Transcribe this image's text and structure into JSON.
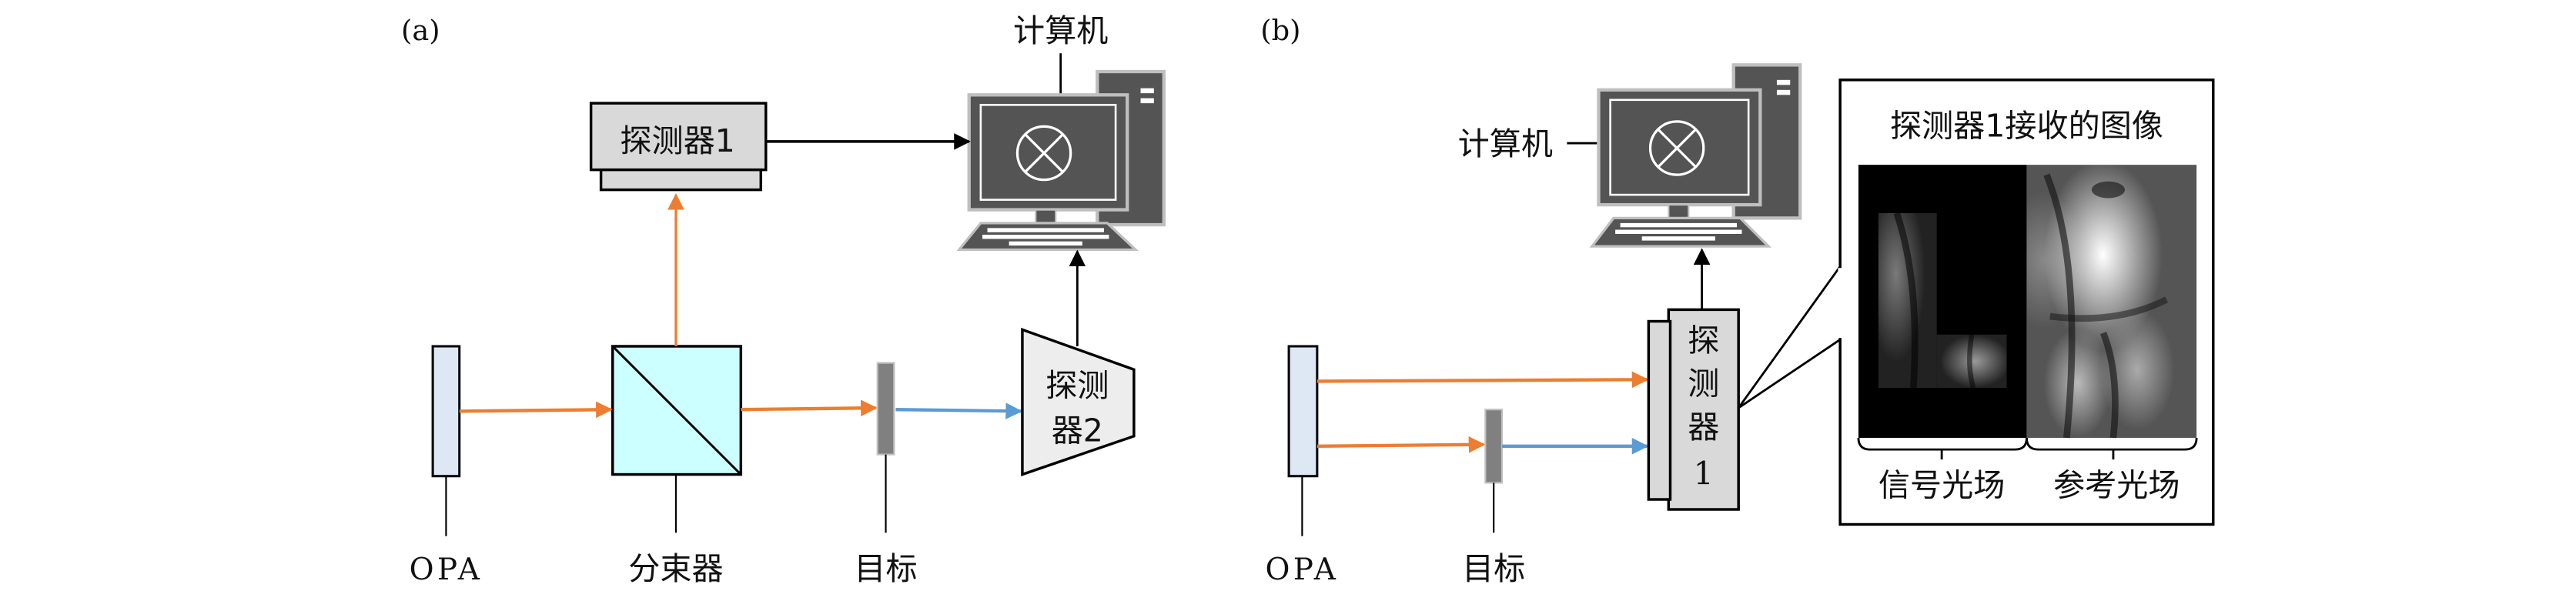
{
  "panel_a": {
    "label": "(a)",
    "computer_label": "计算机",
    "detector1_label": "探测器1",
    "detector2_label_line1": "探测",
    "detector2_label_line2": "器2",
    "opa_label": "OPA",
    "beamsplitter_label": "分束器",
    "target_label": "目标"
  },
  "panel_b": {
    "label": "(b)",
    "computer_label": "计算机",
    "detector1_chars": [
      "探",
      "测",
      "器",
      "1"
    ],
    "opa_label": "OPA",
    "target_label": "目标",
    "inset": {
      "title": "探测器1接收的图像",
      "signal_label": "信号光场",
      "reference_label": "参考光场"
    }
  },
  "colors": {
    "signal_beam": "#ED7D31",
    "reference_beam": "#5B9BD5",
    "beamsplitter_fill": "#CCFFFF",
    "opa_fill": "#DEE8F4",
    "detector_fill": "#D9D9D9",
    "computer_fill": "#545454",
    "computer_outline": "#BFBFBF",
    "target_fill": "#808080"
  }
}
